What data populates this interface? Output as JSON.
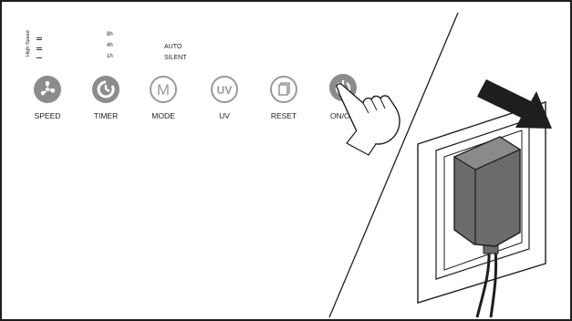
{
  "panel": {
    "side_label": "High Speed",
    "timer_values": [
      "8h",
      "4h",
      "1h"
    ],
    "mode_values": [
      "AUTO",
      "SILENT"
    ]
  },
  "buttons": [
    {
      "id": "speed",
      "label": "SPEED",
      "icon": "fan-icon"
    },
    {
      "id": "timer",
      "label": "TIMER",
      "icon": "timer-icon"
    },
    {
      "id": "mode",
      "label": "MODE",
      "icon": "mode-m-icon"
    },
    {
      "id": "uv",
      "label": "UV",
      "icon": "uv-icon"
    },
    {
      "id": "reset",
      "label": "RESET",
      "icon": "reset-filter-icon"
    },
    {
      "id": "onoff",
      "label": "ON/OFF",
      "icon": "power-icon"
    }
  ],
  "illustration": {
    "hand": "pointing-hand-icon",
    "plug": "wall-adapter-plug",
    "arrow": "unplug-arrow-icon",
    "colors": {
      "filled_button": "#8c8c8c",
      "outline_button": "#9a9a9a",
      "plug": "#6b6b6b",
      "arrow": "#1e1e1e"
    }
  }
}
